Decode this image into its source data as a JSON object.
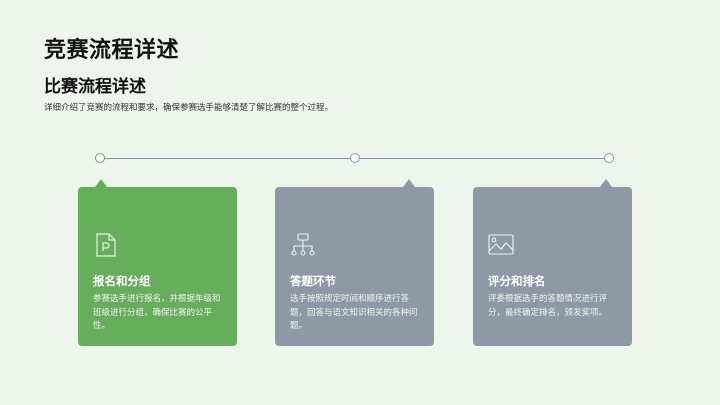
{
  "header": {
    "title": "竞赛流程详述",
    "subtitle": "比赛流程详述",
    "description": "详细介绍了竞赛的流程和要求，确保参赛选手能够清楚了解比赛的整个过程。"
  },
  "colors": {
    "background": "#eef5ec",
    "accent_green": "#66ad5c",
    "card_gray": "#8e99a5",
    "timeline_line": "#8a95a2"
  },
  "steps": [
    {
      "title": "报名和分组",
      "text": "参赛选手进行报名，并根据年级和班级进行分组，确保比赛的公平性。",
      "icon": "document-p-icon",
      "active": true
    },
    {
      "title": "答题环节",
      "text": "选手按照规定时间和顺序进行答题，回答与语文知识相关的各种问题。",
      "icon": "hierarchy-icon",
      "active": false
    },
    {
      "title": "评分和排名",
      "text": "评委根据选手的答题情况进行评分，最终确定排名，颁发奖项。",
      "icon": "image-icon",
      "active": false
    }
  ]
}
